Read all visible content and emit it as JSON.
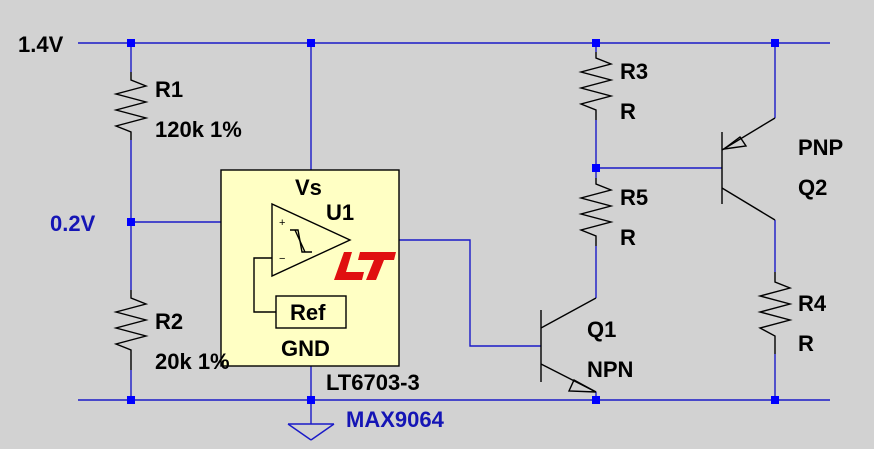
{
  "nets": {
    "supply": "1.4V",
    "divider_mid": "0.2V"
  },
  "resistors": {
    "r1": {
      "name": "R1",
      "value": "120k 1%"
    },
    "r2": {
      "name": "R2",
      "value": "20k 1%"
    },
    "r3": {
      "name": "R3",
      "value": "R"
    },
    "r5": {
      "name": "R5",
      "value": "R"
    },
    "r4": {
      "name": "R4",
      "value": "R"
    }
  },
  "comparator": {
    "ref_des": "U1",
    "supply_pin": "Vs",
    "ref_pin": "Ref",
    "gnd_pin": "GND",
    "part": "LT6703-3",
    "alt_part": "MAX9064",
    "plus_sign": "+",
    "minus_sign": "−",
    "box_color": "#ffffc4",
    "logo_color": "#e01010"
  },
  "transistors": {
    "q1": {
      "name": "Q1",
      "type": "NPN"
    },
    "q2": {
      "name": "Q2",
      "type": "PNP"
    }
  },
  "colors": {
    "background": "#d2d2d2",
    "wire": "#1a1ac8",
    "junction": "#0000ff",
    "net_label": "#1515b5"
  }
}
